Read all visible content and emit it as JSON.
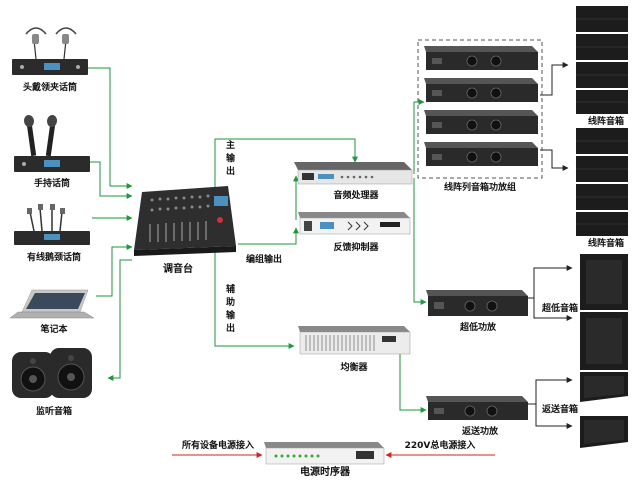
{
  "devices": {
    "headset_mic": "头戴领夹话筒",
    "handheld_mic": "手持话筒",
    "gooseneck_mic": "有线鹅颈话筒",
    "laptop": "笔记本",
    "monitor_speaker": "监听音箱",
    "mixer": "调音台",
    "audio_processor": "音频处理器",
    "feedback_suppressor": "反馈抑制器",
    "line_array_amp_group": "线阵列音箱功放组",
    "line_array_speaker_top": "线阵音箱",
    "line_array_speaker_bottom": "线阵音箱",
    "sub_amp": "超低功放",
    "subwoofer": "超低音箱",
    "equalizer": "均衡器",
    "return_amp": "返送功放",
    "return_speaker": "返送音箱",
    "power_sequencer": "电源时序器"
  },
  "connections": {
    "main_out": "主输出",
    "group_out": "编组输出",
    "aux_out": "辅助输出",
    "all_power_in": "所有设备电源接入",
    "mains_power_in": "220V总电源接入"
  },
  "colors": {
    "signal_line": "#1a9a3a",
    "power_line": "#d42020",
    "device_body": "#2b2b2b",
    "speaker_body": "#1c1c1c"
  }
}
